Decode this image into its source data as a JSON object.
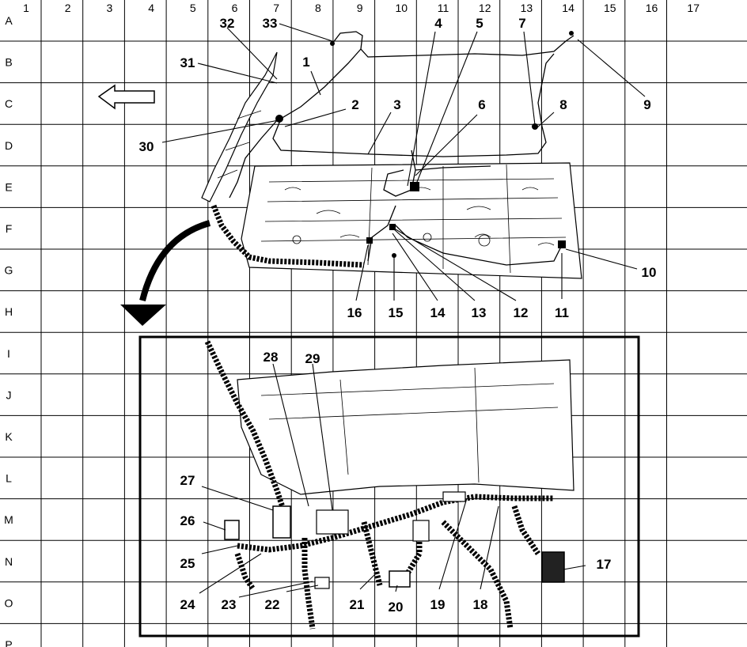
{
  "grid": {
    "columns": [
      "1",
      "2",
      "3",
      "4",
      "5",
      "6",
      "7",
      "8",
      "9",
      "10",
      "11",
      "12",
      "13",
      "14",
      "15",
      "16",
      "17"
    ],
    "rows": [
      "A",
      "B",
      "C",
      "D",
      "E",
      "F",
      "G",
      "H",
      "I",
      "J",
      "K",
      "L",
      "M",
      "N",
      "O",
      "P"
    ]
  },
  "callouts": {
    "c1": "1",
    "c2": "2",
    "c3": "3",
    "c4": "4",
    "c5": "5",
    "c6": "6",
    "c7": "7",
    "c8": "8",
    "c9": "9",
    "c10": "10",
    "c11": "11",
    "c12": "12",
    "c13": "13",
    "c14": "14",
    "c15": "15",
    "c16": "16",
    "c17": "17",
    "c18": "18",
    "c19": "19",
    "c20": "20",
    "c21": "21",
    "c22": "22",
    "c23": "23",
    "c24": "24",
    "c25": "25",
    "c26": "26",
    "c27": "27",
    "c28": "28",
    "c29": "29",
    "c30": "30",
    "c31": "31",
    "c32": "32",
    "c33": "33"
  },
  "icons": {
    "direction_arrow": "arrow-left-icon",
    "zoom_arrow": "curved-arrow-down-icon"
  }
}
